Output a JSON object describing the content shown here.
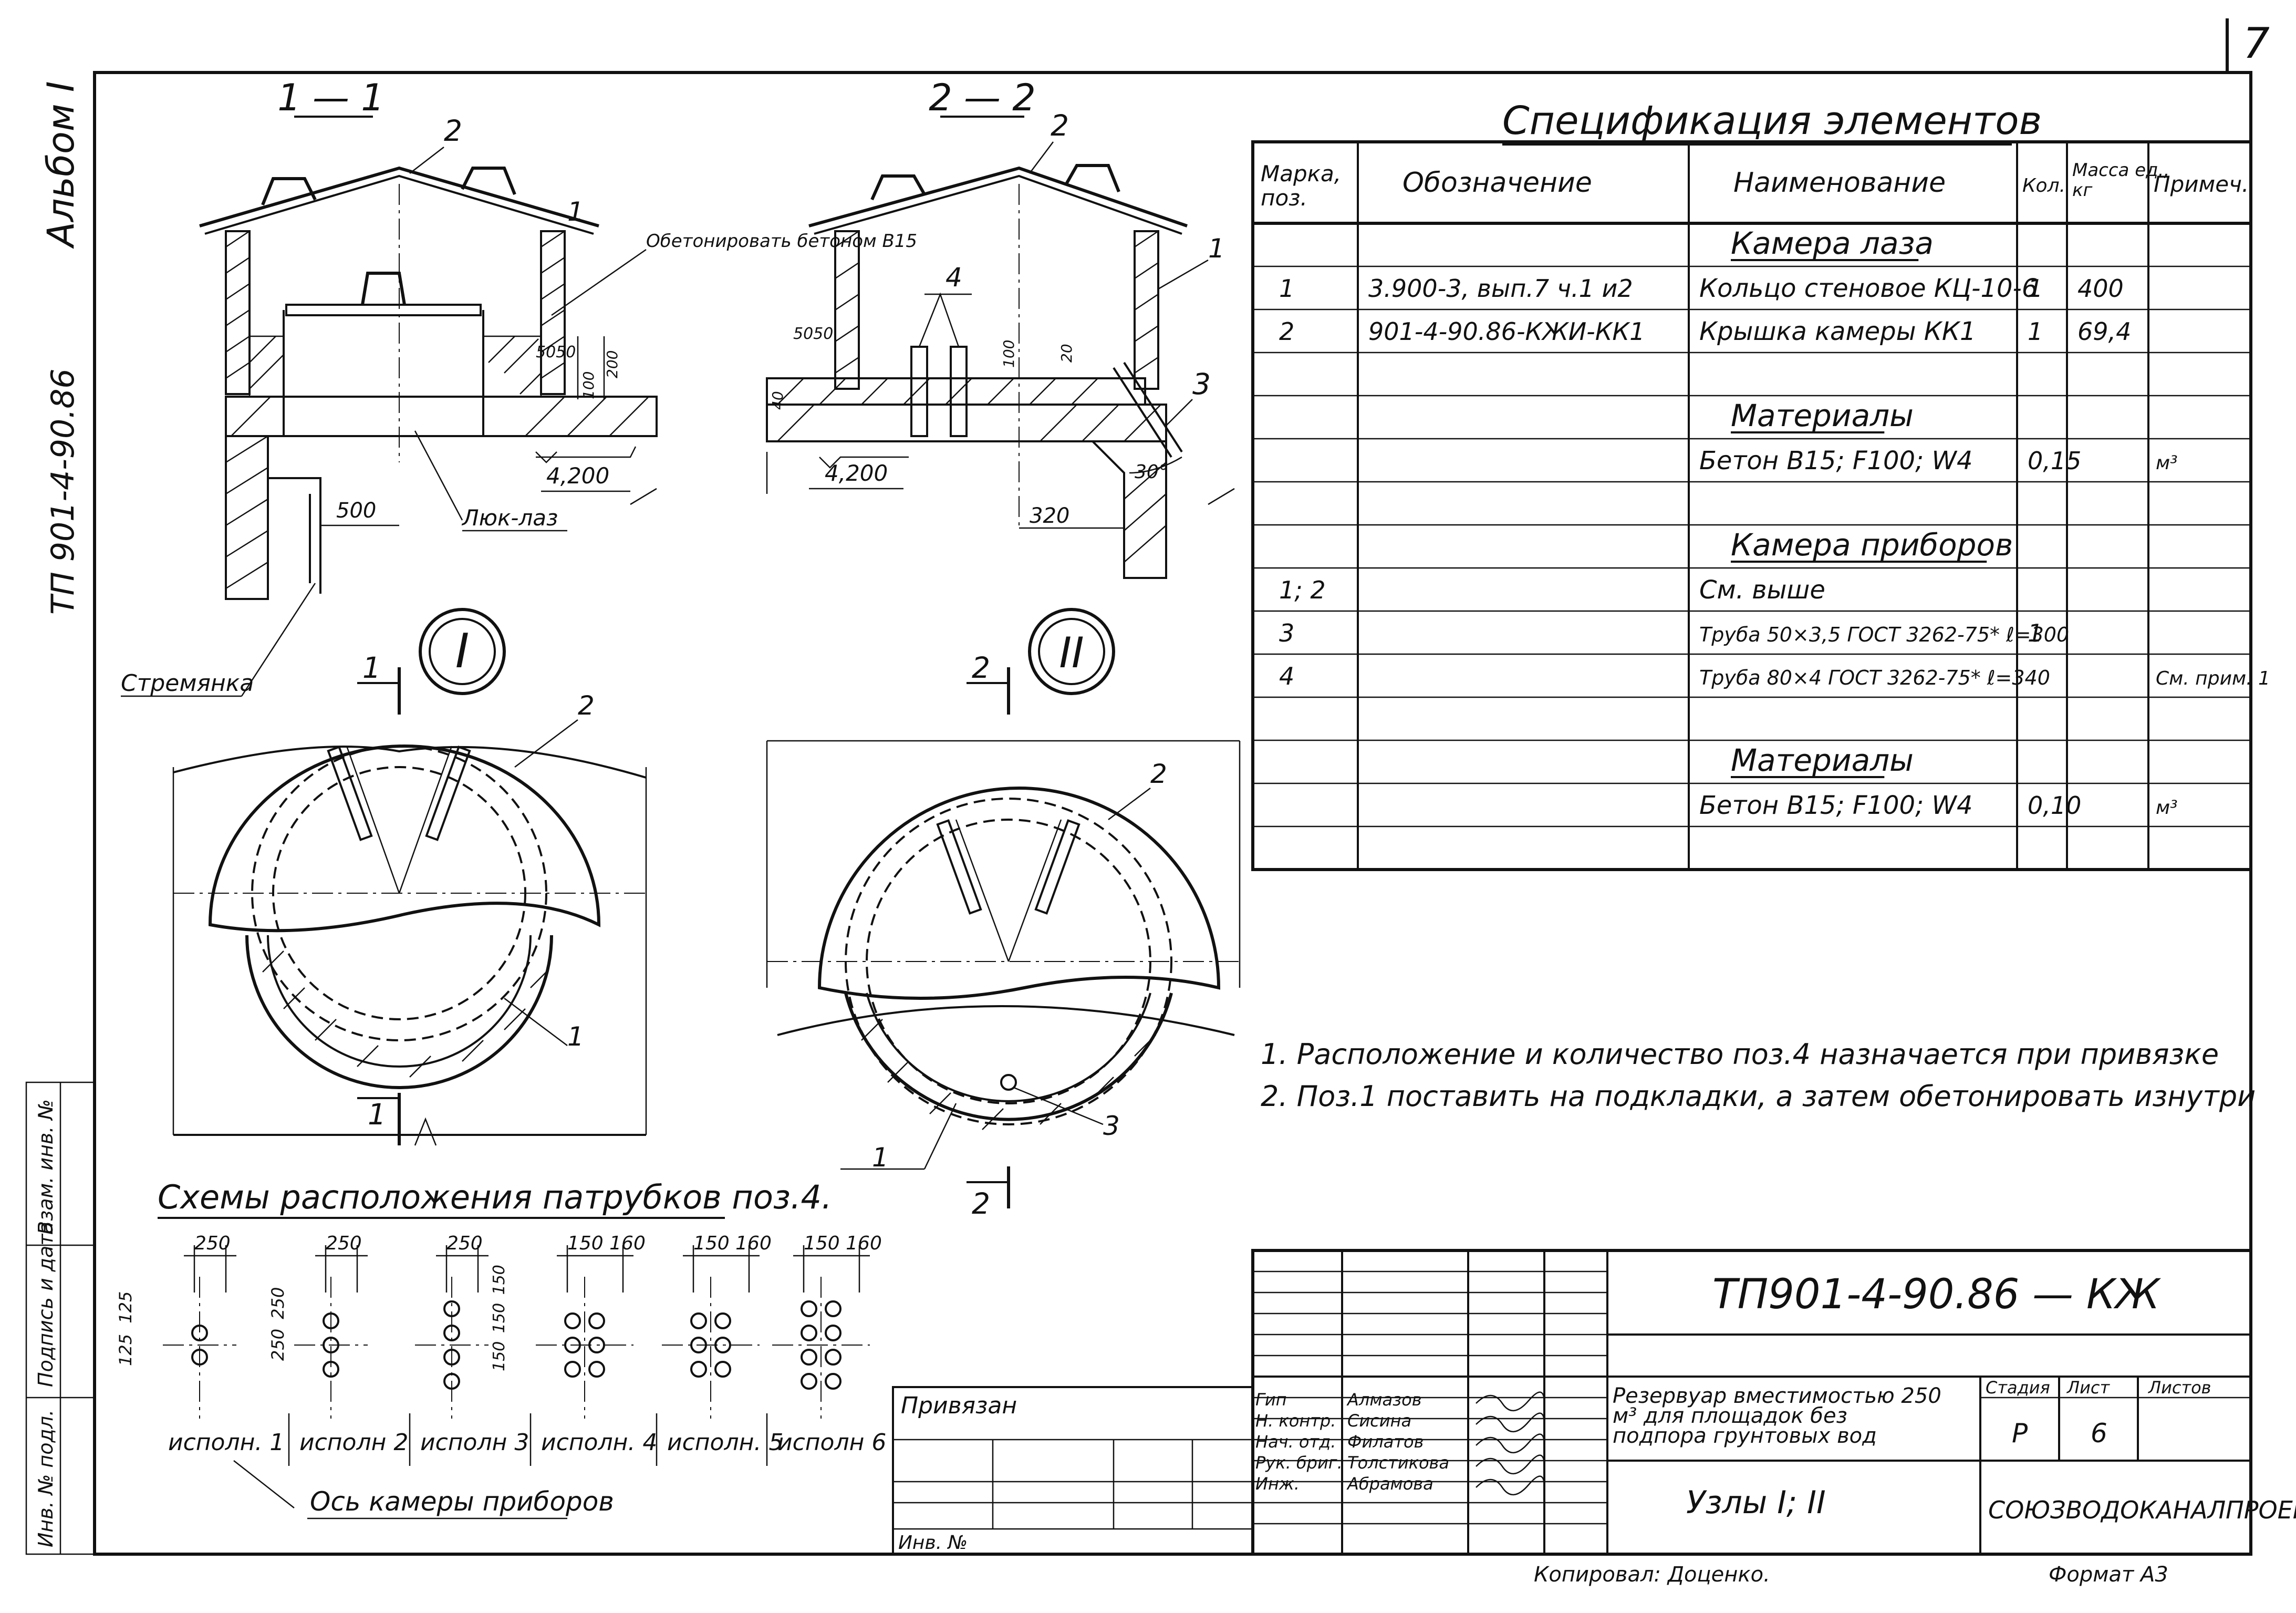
{
  "page": {
    "sheet_number": "7",
    "album_side": "Альбом I",
    "tp_side": "ТП 901-4-90.86",
    "copied_by": "Копировал: Доценко.",
    "format": "Формат А3"
  },
  "drawing": {
    "section1": {
      "label": "1 — 1",
      "callout_2": "2",
      "callout_1": "1",
      "concrete_note": "Обетонировать бетоном В15",
      "dim_5050": "5050",
      "dim_200": "200",
      "dim_100": "100",
      "elev": "4,200",
      "hatch_label": "Люк-лаз",
      "dim_500": "500",
      "ladder": "Стремянка"
    },
    "section2": {
      "label": "2 — 2",
      "callout_2": "2",
      "callout_1": "1",
      "callout_4": "4",
      "callout_3": "3",
      "dim_5050": "5050",
      "dim_40": "40",
      "dim_100": "100",
      "dim_20": "20",
      "elev": "4,200",
      "dim_320": "320",
      "angle": "30°"
    },
    "plan1": {
      "node": "I",
      "cut": "1",
      "callout_2": "2",
      "callout_1": "1"
    },
    "plan2": {
      "node": "II",
      "cut": "2",
      "callout_2": "2",
      "callout_1": "1",
      "callout_3": "3"
    },
    "schemes": {
      "title": "Схемы расположения патрубков поз.4.",
      "axis_note": "Ось камеры приборов",
      "side_dims": [
        "125",
        "125"
      ],
      "items": [
        {
          "label": "исполн. 1",
          "dim": "250"
        },
        {
          "label": "исполн 2",
          "dim": "250"
        },
        {
          "label": "исполн 3",
          "dim": "250"
        },
        {
          "label": "исполн. 4",
          "dim": "150 160"
        },
        {
          "label": "исполн. 5",
          "dim": "150 160"
        },
        {
          "label": "исполн 6",
          "dim": "150 160"
        }
      ],
      "dims_v2": [
        "250",
        "250"
      ],
      "dims_v3": [
        "150",
        "150",
        "150"
      ]
    }
  },
  "spec": {
    "title": "Спецификация элементов",
    "headers": {
      "mark": "Марка, поз.",
      "designation": "Обозначение",
      "name": "Наименование",
      "qty": "Кол.",
      "mass": "Масса ед., кг",
      "note": "Примеч."
    },
    "rows": [
      {
        "mark": "",
        "designation": "",
        "name": "Камера лаза",
        "qty": "",
        "mass": "",
        "note": "",
        "heading": true
      },
      {
        "mark": "1",
        "designation": "3.900-3, вып.7 ч.1 и2",
        "name": "Кольцо стеновое КЦ-10-6",
        "qty": "1",
        "mass": "400",
        "note": ""
      },
      {
        "mark": "2",
        "designation": "901-4-90.86-КЖИ-КК1",
        "name": "Крышка камеры КК1",
        "qty": "1",
        "mass": "69,4",
        "note": ""
      },
      {
        "mark": "",
        "designation": "",
        "name": "",
        "qty": "",
        "mass": "",
        "note": ""
      },
      {
        "mark": "",
        "designation": "",
        "name": "Материалы",
        "qty": "",
        "mass": "",
        "note": "",
        "heading": true
      },
      {
        "mark": "",
        "designation": "",
        "name": "Бетон В15; F100; W4",
        "qty": "0,15",
        "mass": "",
        "note": "м³"
      },
      {
        "mark": "",
        "designation": "",
        "name": "",
        "qty": "",
        "mass": "",
        "note": ""
      },
      {
        "mark": "",
        "designation": "",
        "name": "Камера приборов",
        "qty": "",
        "mass": "",
        "note": "",
        "heading": true
      },
      {
        "mark": "1; 2",
        "designation": "",
        "name": "См. выше",
        "qty": "",
        "mass": "",
        "note": ""
      },
      {
        "mark": "3",
        "designation": "",
        "name": "Труба 50×3,5 ГОСТ 3262-75* ℓ=300",
        "qty": "1",
        "mass": "",
        "note": ""
      },
      {
        "mark": "4",
        "designation": "",
        "name": "Труба 80×4 ГОСТ 3262-75* ℓ=340",
        "qty": "",
        "mass": "",
        "note": "См. прим. 1"
      },
      {
        "mark": "",
        "designation": "",
        "name": "",
        "qty": "",
        "mass": "",
        "note": ""
      },
      {
        "mark": "",
        "designation": "",
        "name": "Материалы",
        "qty": "",
        "mass": "",
        "note": "",
        "heading": true
      },
      {
        "mark": "",
        "designation": "",
        "name": "Бетон В15; F100; W4",
        "qty": "0,10",
        "mass": "",
        "note": "м³"
      },
      {
        "mark": "",
        "designation": "",
        "name": "",
        "qty": "",
        "mass": "",
        "note": ""
      }
    ]
  },
  "notes": [
    "1. Расположение и количество поз.4 назначается при привязке",
    "2. Поз.1 поставить на подкладки, а затем обетонировать изнутри"
  ],
  "stamp": {
    "doc_code": "ТП901-4-90.86 — КЖ",
    "tied": "Привязан",
    "inv": "Инв. №",
    "people": [
      {
        "role": "Гип",
        "name": "Алмазов"
      },
      {
        "role": "Н. контр.",
        "name": "Сисина"
      },
      {
        "role": "Нач. отд.",
        "name": "Филатов"
      },
      {
        "role": "Рук. бриг.",
        "name": "Толстикова"
      },
      {
        "role": "Инж.",
        "name": "Абрамова"
      }
    ],
    "object_title": "Резервуар вместимостью 250 м³ для площадок без подпора грунтовых вод",
    "sheet_title": "Узлы I; II",
    "stage_label": "Стадия",
    "sheet_label": "Лист",
    "sheets_label": "Листов",
    "stage": "Р",
    "sheet": "6",
    "sheets": "",
    "org": "СОЮЗВОДОКАНАЛПРОЕКТ"
  },
  "left_margin": [
    "Взам. инв. №",
    "Подпись и дата",
    "Инв. № подл."
  ]
}
